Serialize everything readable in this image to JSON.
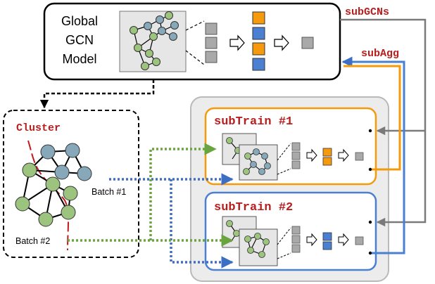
{
  "global_model": {
    "line1": "Global",
    "line2": "GCN",
    "line3": "Model"
  },
  "cluster": {
    "label": "Cluster",
    "batch1": "Batch #1",
    "batch2": "Batch #2"
  },
  "arrows": {
    "subgcns": "subGCNs",
    "subagg": "subAgg"
  },
  "subtrain1": {
    "label": "subTrain #1"
  },
  "subtrain2": {
    "label": "subTrain #2"
  },
  "colors": {
    "orange": "#f59a0d",
    "blue": "#4a7fd1",
    "green": "#77b24c",
    "red_text": "#b81e1e",
    "node_green": "#9dc47f",
    "node_blue": "#86a8b8",
    "gray_block": "#a9a9a9"
  }
}
